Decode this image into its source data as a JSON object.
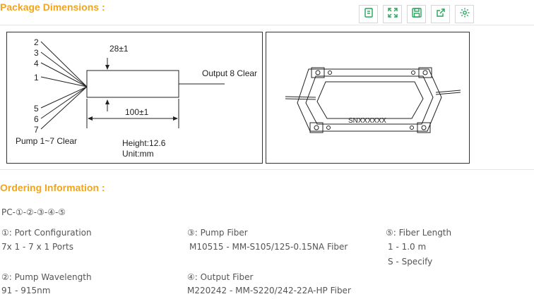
{
  "package": {
    "heading": "Package Dimensions :",
    "toolbar": [
      {
        "name": "copy-icon"
      },
      {
        "name": "fullscreen-icon"
      },
      {
        "name": "save-icon"
      },
      {
        "name": "share-icon"
      },
      {
        "name": "settings-icon"
      }
    ],
    "diagram": {
      "input_numbers": [
        "2",
        "3",
        "4",
        "1",
        "5",
        "6",
        "7"
      ],
      "top_dim": "28±1",
      "output_label": "Output  8  Clear",
      "length_dim": "100±1",
      "pump_label": "Pump  1~7  Clear",
      "height_label": "Height:12.6",
      "unit_label": "Unit:mm",
      "serial": "SNXXXXXX"
    }
  },
  "ordering": {
    "heading": "Ordering Information :",
    "code": "PC-①-②-③-④-⑤",
    "fields": [
      {
        "label": "①: Port Configuration",
        "values": [
          "7x 1 - 7 x 1 Ports"
        ]
      },
      {
        "label": "③: Pump Fiber",
        "values": [
          "M10515 - MM-S105/125-0.15NA Fiber"
        ]
      },
      {
        "label": "⑤: Fiber Length",
        "values": [
          "1 - 1.0 m",
          "S - Specify"
        ]
      },
      {
        "label": "②: Pump Wavelength",
        "values": [
          "91 - 915nm"
        ]
      },
      {
        "label": "④: Output Fiber",
        "values": [
          "M220242 - MM-S220/242-22A-HP Fiber"
        ]
      }
    ]
  }
}
